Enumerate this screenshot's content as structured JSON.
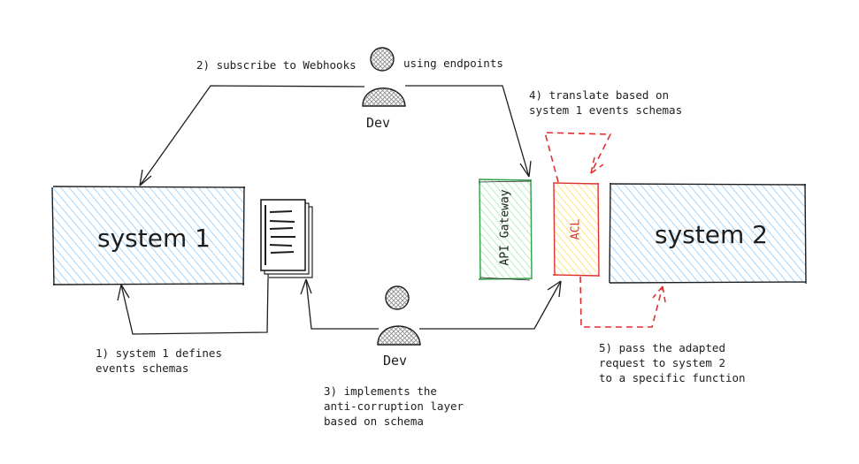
{
  "system1": {
    "label": "system 1",
    "fill": "#a5d8ff"
  },
  "system2": {
    "label": "system 2",
    "fill": "#a5d8ff"
  },
  "api_gateway": {
    "label": "API Gateway",
    "fill": "#b2f2bb",
    "stroke": "#2f9e44"
  },
  "acl": {
    "label": "ACL",
    "fill": "#ffec99",
    "stroke": "#e03131",
    "text_color": "#e03131"
  },
  "dev_top": {
    "label": "Dev"
  },
  "dev_bottom": {
    "label": "Dev"
  },
  "steps": {
    "step1": [
      "1) system 1 defines",
      "events schemas"
    ],
    "step2a": "2) subscribe to Webhooks",
    "step2b": "using endpoints",
    "step3": [
      "3) implements the",
      "anti-corruption layer",
      "based on schema"
    ],
    "step4": [
      "4) translate based on",
      "system 1 events schemas"
    ],
    "step5": [
      "5) pass the adapted",
      "request to system 2",
      "to a specific function"
    ]
  },
  "icons": {
    "person": "user-icon",
    "documents": "document-stack-icon"
  },
  "colors": {
    "ink": "#1e1e1e",
    "dashed_red": "#e03131"
  }
}
